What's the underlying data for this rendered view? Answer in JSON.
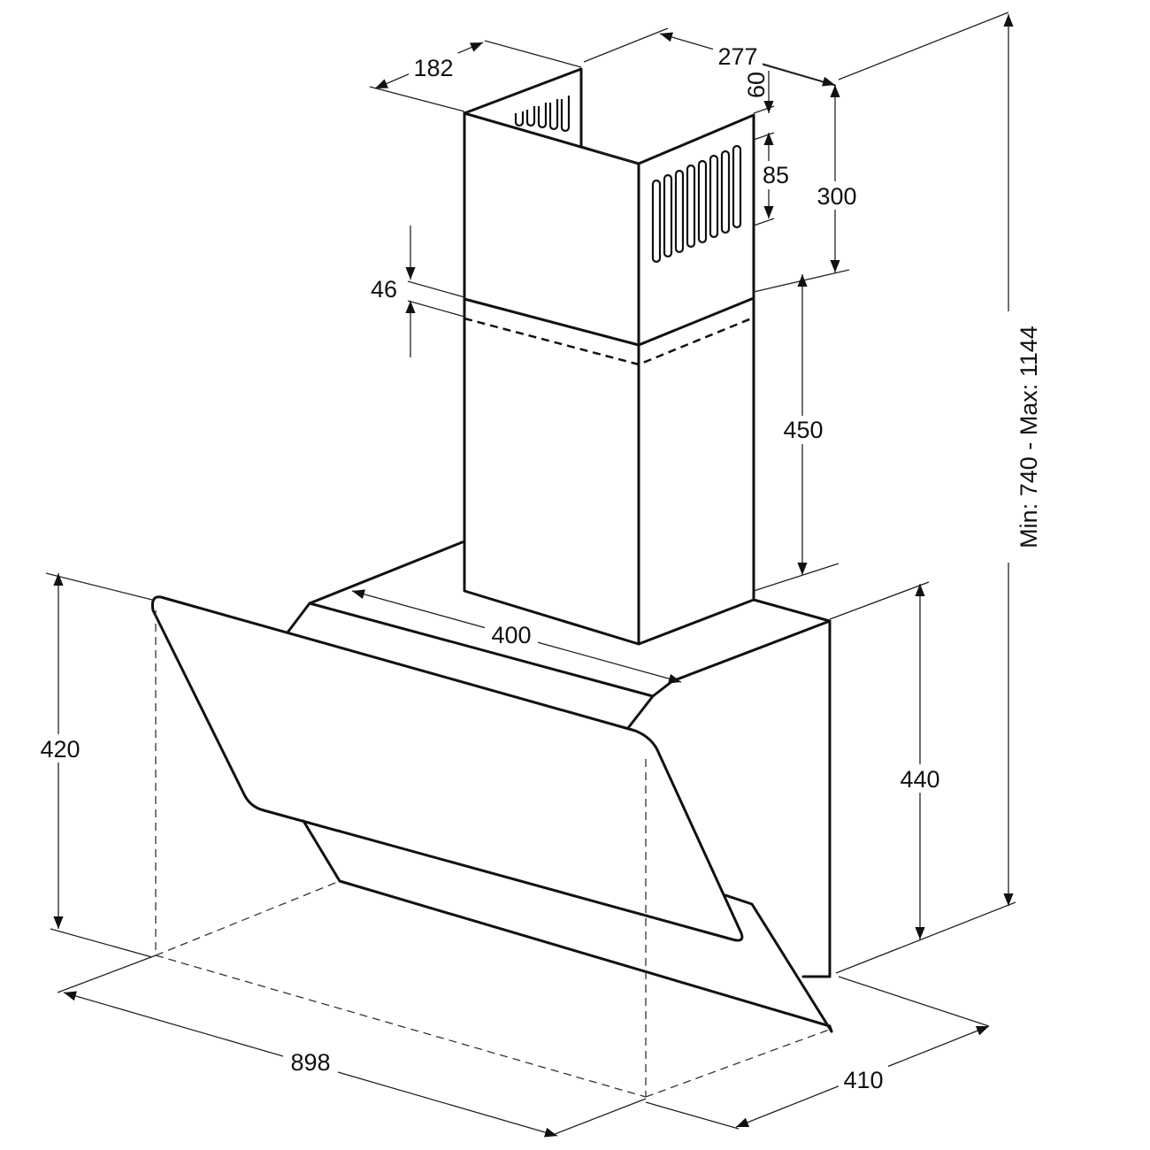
{
  "diagram": {
    "dimensions": {
      "chimney_depth": "182",
      "chimney_width": "277",
      "outlet_offset": "60",
      "vent_height": "85",
      "upper_chimney_height": "300",
      "overlap": "46",
      "lower_chimney_height": "450",
      "canopy_width": "400",
      "hood_height": "420",
      "body_height": "440",
      "total_height": "Min: 740 - Max: 1144",
      "hood_width": "898",
      "hood_depth": "410"
    }
  }
}
